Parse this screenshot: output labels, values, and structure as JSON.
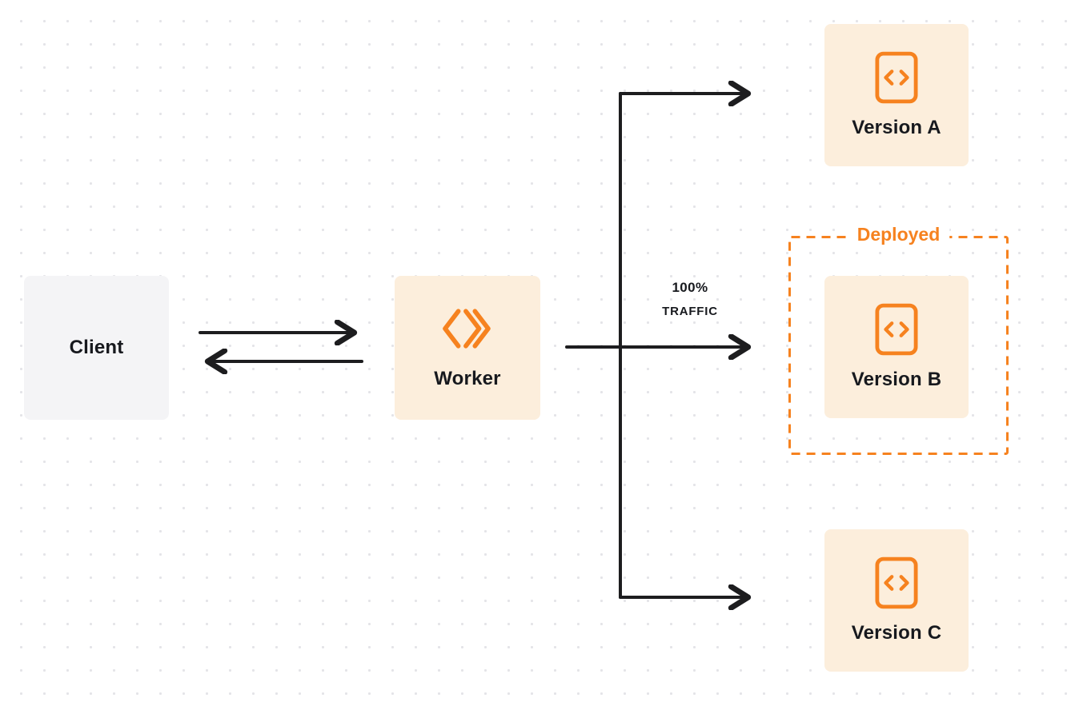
{
  "diagram": {
    "nodes": {
      "client": {
        "label": "Client"
      },
      "worker": {
        "label": "Worker",
        "icon": "worker-chevrons-icon"
      },
      "version_a": {
        "label": "Version A",
        "icon": "code-brackets-icon"
      },
      "version_b": {
        "label": "Version B",
        "icon": "code-brackets-icon"
      },
      "version_c": {
        "label": "Version C",
        "icon": "code-brackets-icon"
      }
    },
    "annotations": {
      "traffic_line1": "100%",
      "traffic_line2": "TRAFFIC",
      "deployed": "Deployed"
    },
    "colors": {
      "accent_orange": "#F6821F",
      "node_cream": "#FCEEDC",
      "client_gray": "#F4F4F6",
      "arrow_dark": "#1D1D1F",
      "text_dark": "#17191E"
    }
  }
}
